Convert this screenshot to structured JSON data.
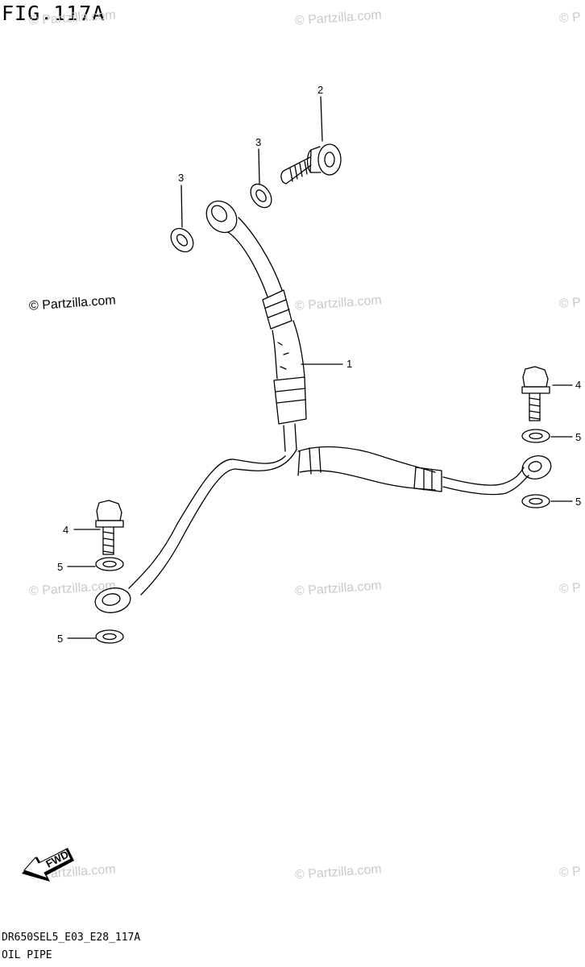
{
  "figure": {
    "title": "FIG.117A",
    "code": "DR650SEL5_E03_E28_117A",
    "name": "OIL PIPE"
  },
  "watermark": {
    "text": "© Partzilla.com",
    "partial": "© P"
  },
  "callouts": {
    "c1": "1",
    "c2": "2",
    "c3a": "3",
    "c3b": "3",
    "c4a": "4",
    "c4b": "4",
    "c5a": "5",
    "c5b": "5",
    "c5c": "5",
    "c5d": "5"
  },
  "fwd_label": "FWD"
}
